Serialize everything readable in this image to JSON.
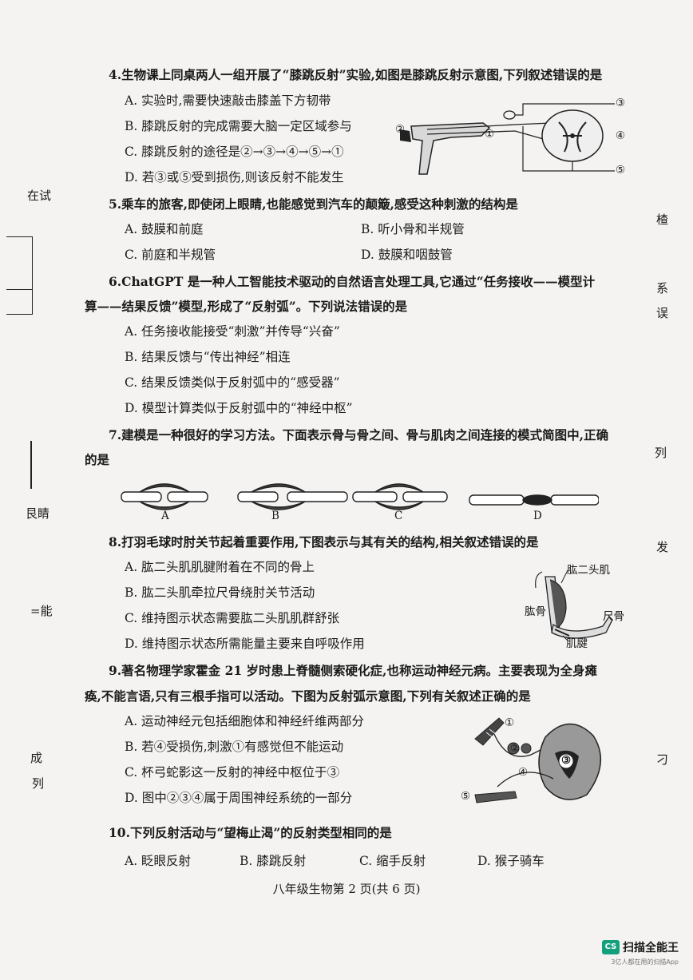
{
  "questions": {
    "q4": {
      "stem": "4.生物课上同桌两人一组开展了“膝跳反射”实验,如图是膝跳反射示意图,下列叙述错误的是",
      "options": {
        "a": "A. 实验时,需要快速敲击膝盖下方韧带",
        "b": "B. 膝跳反射的完成需要大脑一定区域参与",
        "c": "C. 膝跳反射的途径是②→③→④→⑤→①",
        "d": "D. 若③或⑤受到损伤,则该反射不能发生"
      },
      "figure_labels": {
        "l1": "①",
        "l2": "②",
        "l3": "③",
        "l4": "④",
        "l5": "⑤"
      }
    },
    "q5": {
      "stem": "5.乘车的旅客,即使闭上眼睛,也能感觉到汽车的颠簸,感受这种刺激的结构是",
      "options": {
        "a": "A. 鼓膜和前庭",
        "b": "B. 听小骨和半规管",
        "c": "C. 前庭和半规管",
        "d": "D. 鼓膜和咽鼓管"
      }
    },
    "q6": {
      "stem_line1": "6.ChatGPT 是一种人工智能技术驱动的自然语言处理工具,它通过“任务接收——模型计",
      "stem_line2": "算——结果反馈”模型,形成了“反射弧”。下列说法错误的是",
      "options": {
        "a": "A. 任务接收能接受“刺激”并传导“兴奋”",
        "b": "B. 结果反馈与“传出神经”相连",
        "c": "C. 结果反馈类似于反射弧中的“感受器”",
        "d": "D. 模型计算类似于反射弧中的“神经中枢”"
      }
    },
    "q7": {
      "stem_line1": "7.建模是一种很好的学习方法。下面表示骨与骨之间、骨与肌肉之间连接的模式简图中,正确",
      "stem_line2": "的是",
      "figure_labels": {
        "a": "A",
        "b": "B",
        "c": "C",
        "d": "D"
      }
    },
    "q8": {
      "stem": "8.打羽毛球时肘关节起着重要作用,下图表示与其有关的结构,相关叙述错误的是",
      "options": {
        "a": "A. 肱二头肌肌腱附着在不同的骨上",
        "b": "B. 肱二头肌牵拉尺骨绕肘关节活动",
        "c": "C. 维持图示状态需要肱二头肌肌群舒张",
        "d": "D. 维持图示状态所需能量主要来自呼吸作用"
      },
      "figure_labels": {
        "biceps": "肱二头肌",
        "humerus": "肱骨",
        "ulna": "尺骨",
        "tendon": "肌腱"
      }
    },
    "q9": {
      "stem_line1": "9.著名物理学家霍金 21 岁时患上脊髓侧索硬化症,也称运动神经元病。主要表现为全身瘫",
      "stem_line2": "痪,不能言语,只有三根手指可以活动。下图为反射弧示意图,下列有关叙述正确的是",
      "options": {
        "a": "A. 运动神经元包括细胞体和神经纤维两部分",
        "b": "B. 若④受损伤,刺激①有感觉但不能运动",
        "c": "C. 杯弓蛇影这一反射的神经中枢位于③",
        "d": "D. 图中②③④属于周围神经系统的一部分"
      },
      "figure_labels": {
        "l1": "①",
        "l2": "②",
        "l3": "③",
        "l4": "④",
        "l5": "⑤"
      }
    },
    "q10": {
      "stem": "10.下列反射活动与“望梅止渴”的反射类型相同的是",
      "options": {
        "a": "A. 眨眼反射",
        "b": "B. 膝跳反射",
        "c": "C. 缩手反射",
        "d": "D. 猴子骑车"
      }
    }
  },
  "margin_left": {
    "t1": "在试",
    "t2": "艮睛",
    "t3": "=能",
    "t4": "成",
    "t5": "列"
  },
  "margin_right": {
    "t1": "楂",
    "t2": "系",
    "t3": "误",
    "t4": "列",
    "t5": "发",
    "t6": "刁"
  },
  "footer": "八年级生物第 2 页(共 6 页)",
  "watermark": {
    "badge": "CS",
    "name": "扫描全能王",
    "tagline": "3亿人都在用的扫描App"
  }
}
